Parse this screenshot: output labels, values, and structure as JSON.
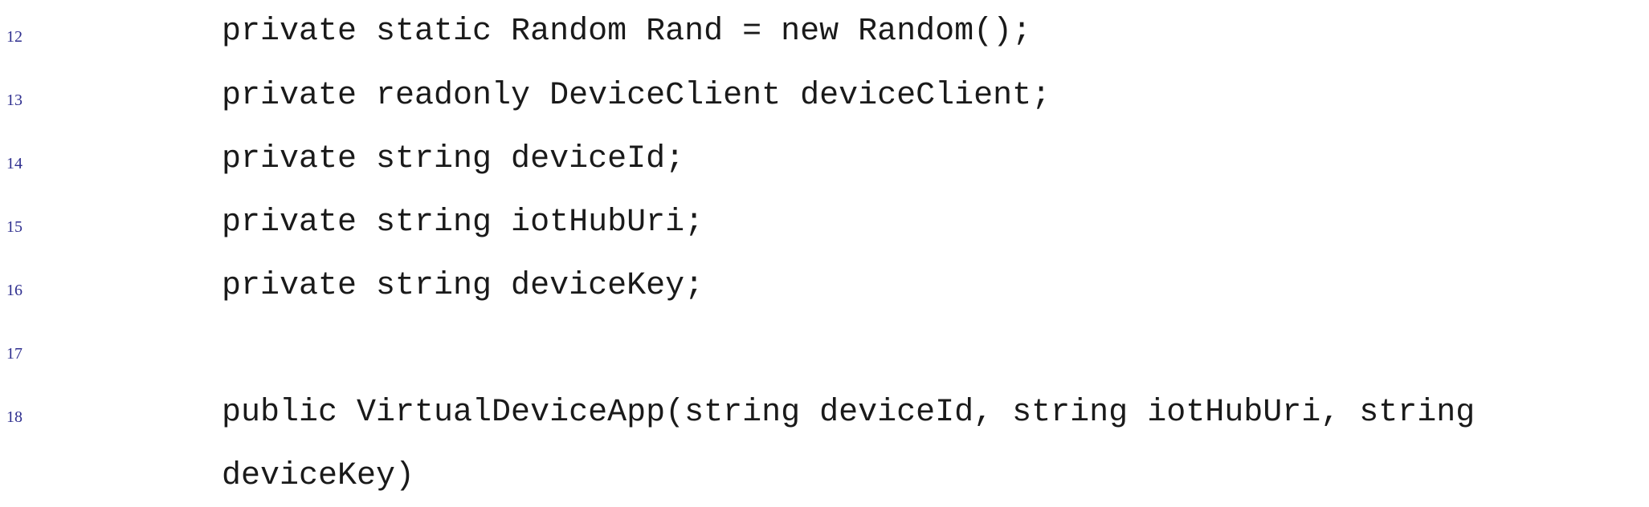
{
  "code_lines": [
    {
      "number": "12",
      "text": "private static Random Rand = new Random();"
    },
    {
      "number": "13",
      "text": "private readonly DeviceClient deviceClient;"
    },
    {
      "number": "14",
      "text": "private string deviceId;"
    },
    {
      "number": "15",
      "text": "private string iotHubUri;"
    },
    {
      "number": "16",
      "text": "private string deviceKey;"
    },
    {
      "number": "17",
      "text": ""
    },
    {
      "number": "18",
      "text": "public VirtualDeviceApp(string deviceId, string iotHubUri, string"
    },
    {
      "number": "",
      "text": "deviceKey)"
    }
  ],
  "colors": {
    "line_number": "#2f2f8f",
    "code_text": "#1a1a1a",
    "background": "#ffffff"
  }
}
